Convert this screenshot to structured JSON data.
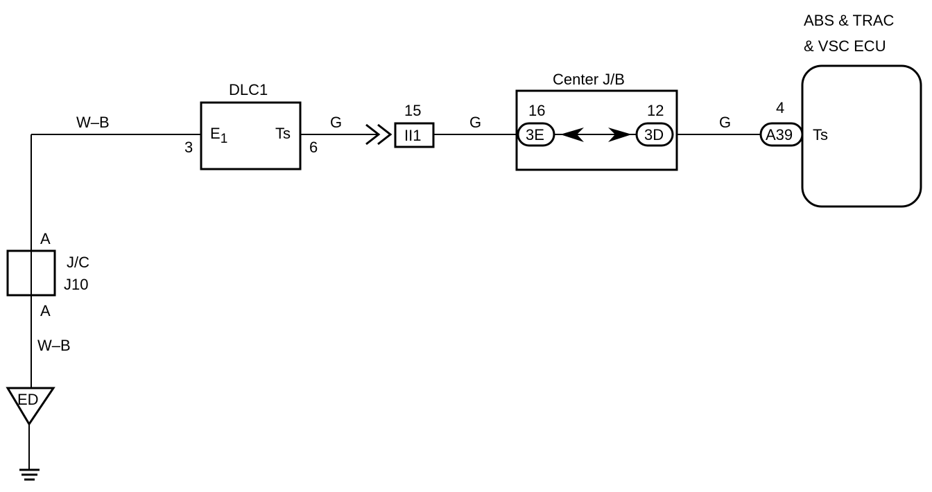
{
  "ground": {
    "wire_left_top": "W–B",
    "wire_left_bottom": "W–B",
    "point_label": "ED"
  },
  "junction_connector": {
    "name_line1": "J/C",
    "name_line2": "J10",
    "pin_top": "A",
    "pin_bottom": "A"
  },
  "dlc1": {
    "title": "DLC1",
    "terminal_left": "E",
    "terminal_left_sub": "1",
    "terminal_right": "Ts",
    "pin_left": "3",
    "pin_right": "6"
  },
  "inline_connector": {
    "label": "II1",
    "pin": "15"
  },
  "center_jb": {
    "title": "Center J/B",
    "left_connector": "3E",
    "left_pin": "16",
    "right_connector": "3D",
    "right_pin": "12"
  },
  "ecu": {
    "title_line1": "ABS & TRAC",
    "title_line2": "& VSC ECU",
    "connector": "A39",
    "pin": "4",
    "terminal": "Ts"
  },
  "wire_colors": {
    "dlc_to_ii1": "G",
    "ii1_to_jb": "G",
    "jb_to_ecu": "G"
  }
}
